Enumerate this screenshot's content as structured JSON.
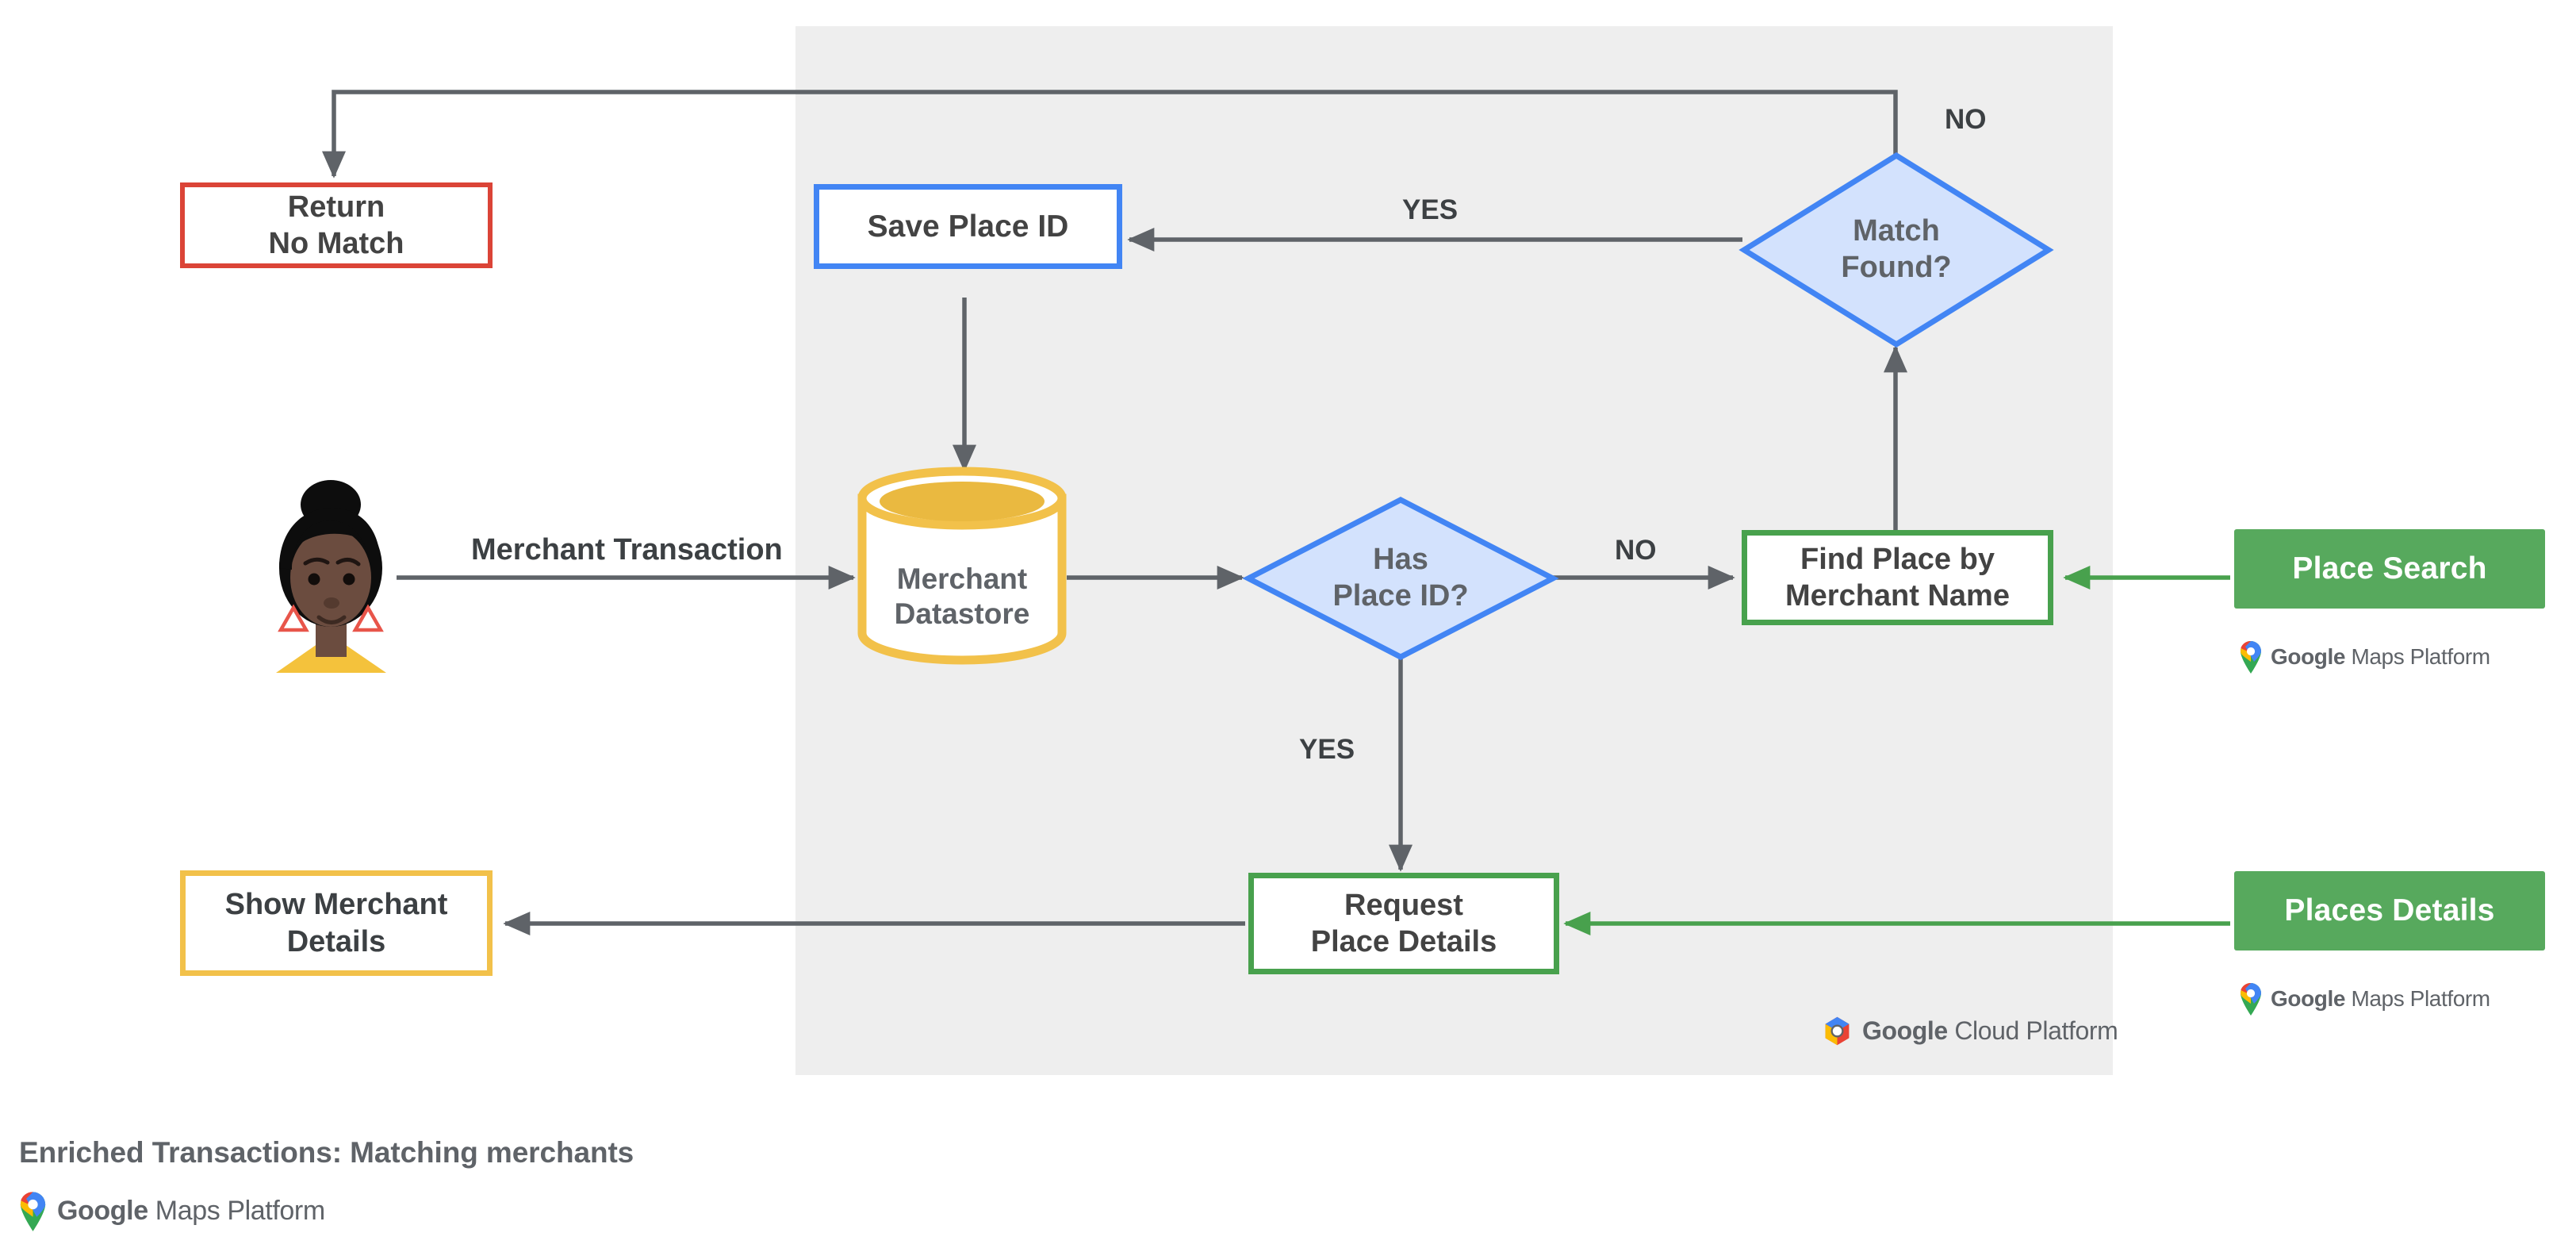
{
  "diagram": {
    "title": "Enriched Transactions: Matching merchants",
    "platform_panel_label": "Google Cloud Platform",
    "footer_brand": "Google Maps Platform"
  },
  "nodes": {
    "actor": {
      "name": "merchant-customer-avatar"
    },
    "return_no_match": {
      "label": "Return\nNo Match",
      "border_color": "#db4437"
    },
    "save_place_id": {
      "label": "Save Place ID",
      "border_color": "#4285f4"
    },
    "match_found": {
      "label": "Match\nFound?",
      "border_color": "#4285f4",
      "fill_color": "#d3e2fd"
    },
    "merchant_datastore": {
      "label": "Merchant\nDatastore",
      "border_color": "#f2c14a"
    },
    "has_place_id": {
      "label": "Has\nPlace ID?",
      "border_color": "#4285f4",
      "fill_color": "#d3e2fd"
    },
    "find_place_by_merchant_name": {
      "label": "Find Place by\nMerchant Name",
      "border_color": "#48a14d"
    },
    "request_place_details": {
      "label": "Request\nPlace Details",
      "border_color": "#48a14d"
    },
    "show_merchant_details": {
      "label": "Show Merchant\nDetails",
      "border_color": "#f2c14a"
    },
    "place_search": {
      "label": "Place Search",
      "fill_color": "#57a95d",
      "brand": "Google Maps Platform"
    },
    "places_details": {
      "label": "Places Details",
      "fill_color": "#57a95d",
      "brand": "Google Maps Platform"
    }
  },
  "edges": {
    "merchant_transaction": "Merchant Transaction",
    "has_place_id_no": "NO",
    "has_place_id_yes": "YES",
    "match_found_yes": "YES",
    "match_found_no": "NO"
  },
  "brand": {
    "google": "Google",
    "maps_platform": "Maps Platform",
    "cloud_platform": "Cloud Platform"
  }
}
